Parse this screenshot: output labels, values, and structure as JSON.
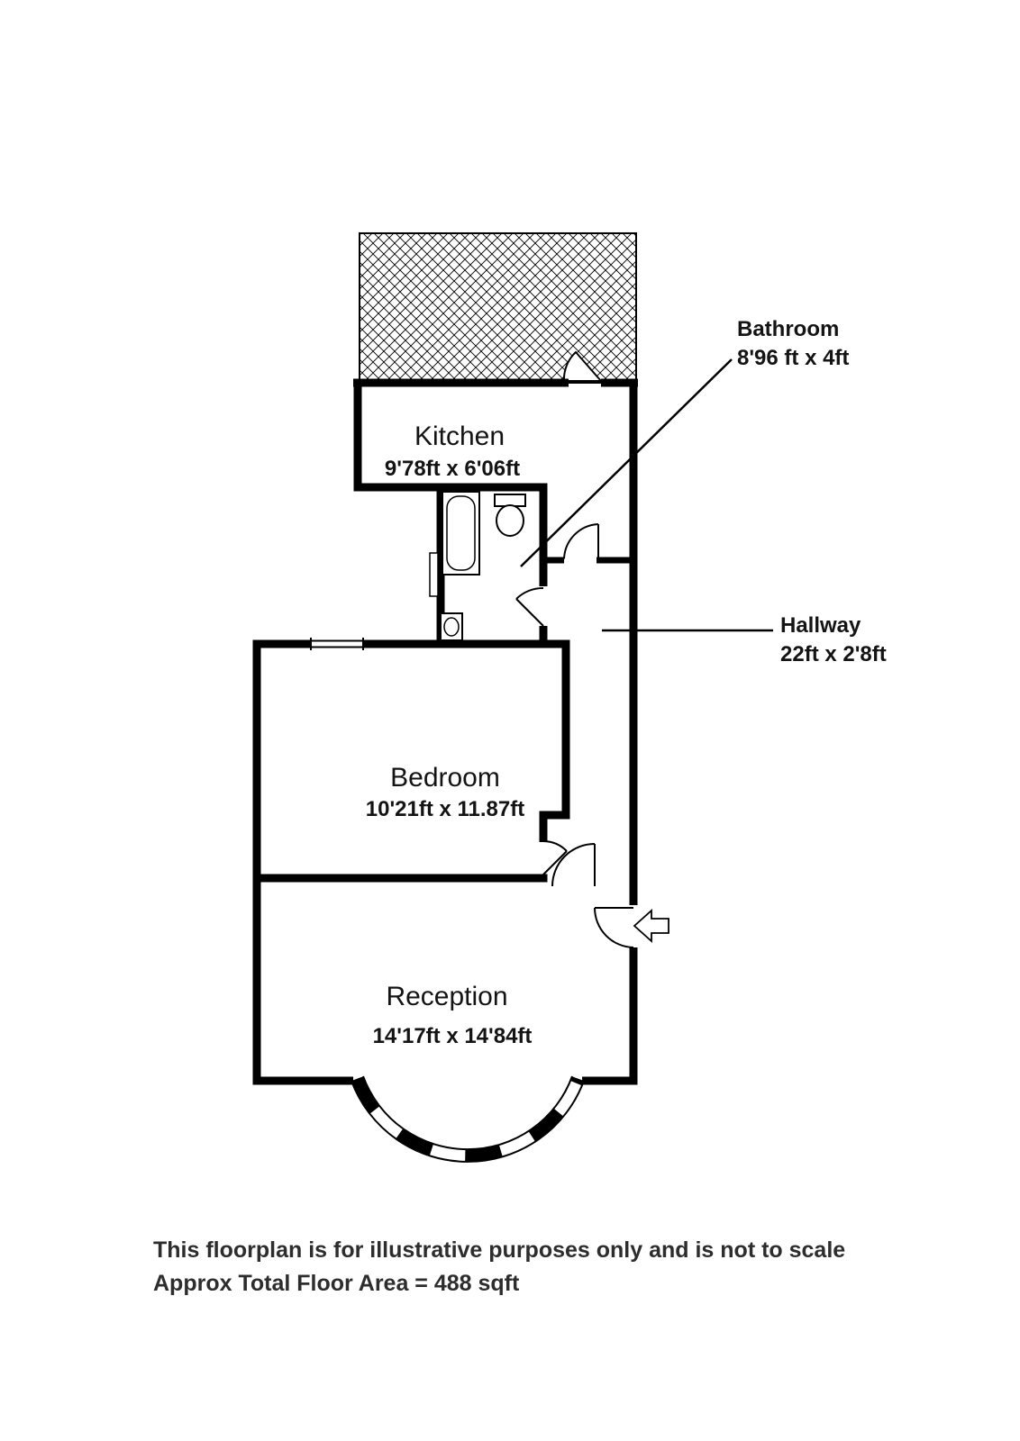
{
  "floorplan": {
    "rooms": [
      {
        "name": "Kitchen",
        "dimensions": "9'78ft x 6'06ft"
      },
      {
        "name": "Bathroom",
        "dimensions": "8'96 ft x 4ft"
      },
      {
        "name": "Hallway",
        "dimensions": "22ft x 2'8ft"
      },
      {
        "name": "Bedroom",
        "dimensions": "10'21ft x 11.87ft"
      },
      {
        "name": "Reception",
        "dimensions": "14'17ft x 14'84ft"
      }
    ],
    "footer": {
      "line1": "This floorplan is for illustrative purposes only and is not to scale",
      "line2": "Approx Total Floor Area = 488 sqft"
    },
    "colors": {
      "wall": "#000000",
      "text": "#141414",
      "footer_text": "#2d2d2d",
      "background": "#ffffff"
    }
  }
}
